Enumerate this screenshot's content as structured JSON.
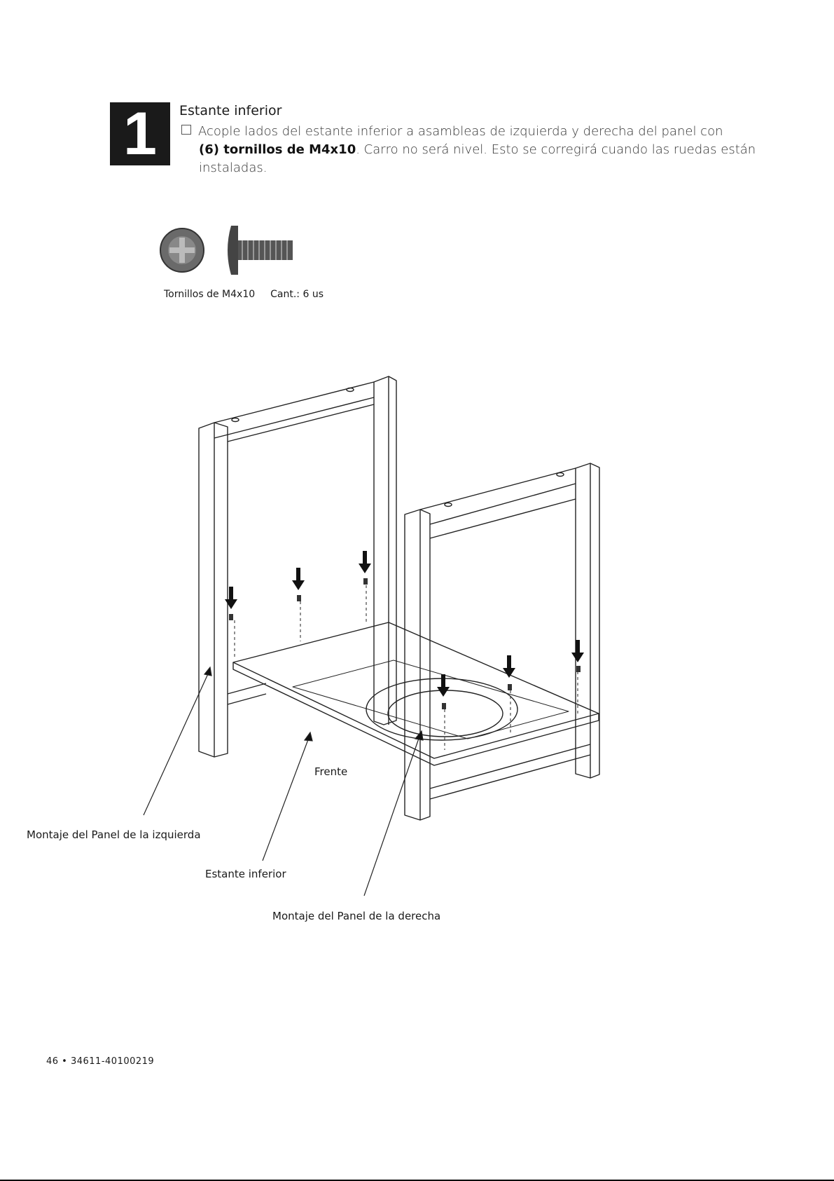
{
  "step": {
    "number": "1",
    "title": "Estante inferior",
    "instruction_line1": "Acople lados del estante inferior a asambleas de izquierda y derecha del panel con",
    "instruction_bold": "(6) tornillos de M4x10",
    "instruction_rest": ". Carro no será nivel. Esto se corregirá cuando las ruedas están instaladas."
  },
  "hardware": {
    "name": "Tornillos de M4x10",
    "quantity": "Cant.: 6 us"
  },
  "callouts": {
    "front": "Frente",
    "left_panel": "Montaje del Panel de la izquierda",
    "shelf": "Estante inferior",
    "right_panel": "Montaje del Panel de la derecha"
  },
  "footer": "46 • 34611-40100219"
}
